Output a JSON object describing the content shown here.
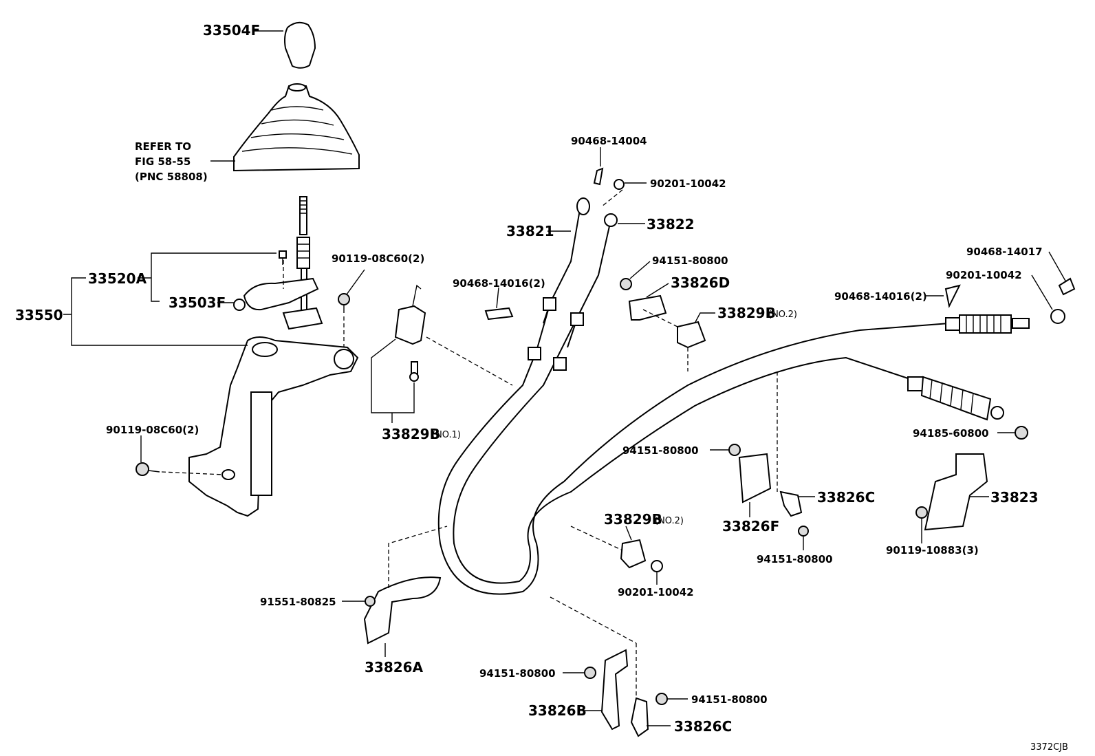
{
  "labels": {
    "p33504F": "33504F",
    "refer1": "REFER TO",
    "refer2": "FIG 58-55",
    "refer3": "(PNC 58808)",
    "p33520A": "33520A",
    "p33550": "33550",
    "p33503F": "33503F",
    "p90119_08C60_a": "90119-08C60(2)",
    "p90119_08C60_b": "90119-08C60(2)",
    "p33829B_no1": "33829B",
    "no1": "(NO.1)",
    "p90468_14004": "90468-14004",
    "p90201_10042_a": "90201-10042",
    "p33821": "33821",
    "p33822": "33822",
    "p90468_14016_a": "90468-14016(2)",
    "p94151_80800_a": "94151-80800",
    "p33826D": "33826D",
    "p33829B_no2a": "33829B",
    "no2a": "(NO.2)",
    "p90468_14017": "90468-14017",
    "p90201_10042_b": "90201-10042",
    "p90468_14016_b": "90468-14016(2)",
    "p94185_60800": "94185-60800",
    "p94151_80800_b": "94151-80800",
    "p33826C_a": "33826C",
    "p33823": "33823",
    "p33826F": "33826F",
    "p94151_80800_c": "94151-80800",
    "p90119_10883": "90119-10883(3)",
    "p33829B_no2b": "33829B",
    "no2b": "(NO.2)",
    "p90201_10042_c": "90201-10042",
    "p91551_80825": "91551-80825",
    "p33826A": "33826A",
    "p94151_80800_d": "94151-80800",
    "p94151_80800_e": "94151-80800",
    "p33826B": "33826B",
    "p33826C_b": "33826C",
    "figcode": "3372CJB"
  }
}
